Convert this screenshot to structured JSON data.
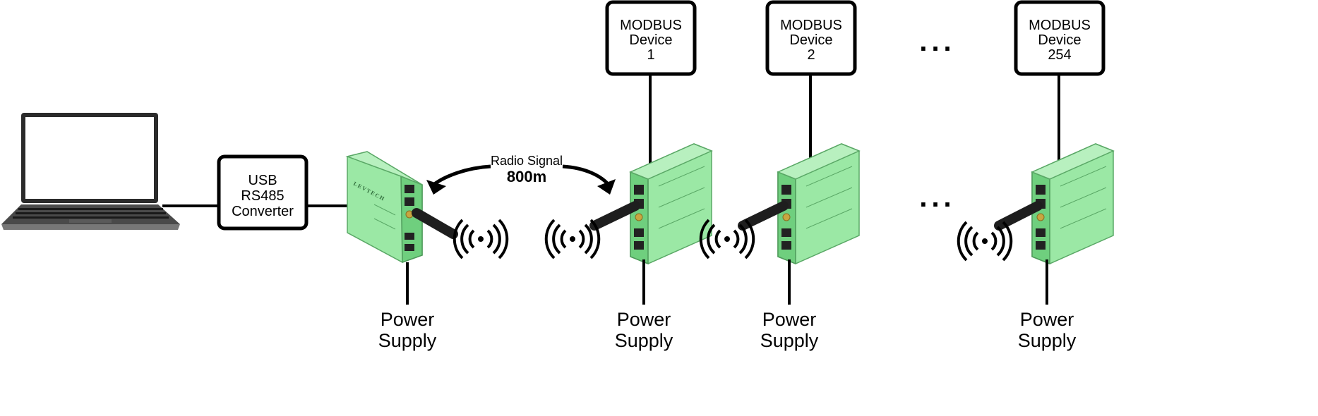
{
  "converter": {
    "line1": "USB",
    "line2": "RS485",
    "line3": "Converter"
  },
  "master": {
    "logo": "LEVTECH"
  },
  "radio": {
    "label": "Radio Signal",
    "distance": "800m"
  },
  "power_supply": {
    "line1": "Power",
    "line2": "Supply"
  },
  "devices": [
    {
      "line1": "MODBUS",
      "line2": "Device",
      "number": "1"
    },
    {
      "line1": "MODBUS",
      "line2": "Device",
      "number": "2"
    },
    {
      "line1": "MODBUS",
      "line2": "Device",
      "number": "254"
    }
  ],
  "ellipsis": "...",
  "colors": {
    "module_green": "#8fe39a",
    "module_dark": "#4e9a5a",
    "line": "#000000"
  }
}
